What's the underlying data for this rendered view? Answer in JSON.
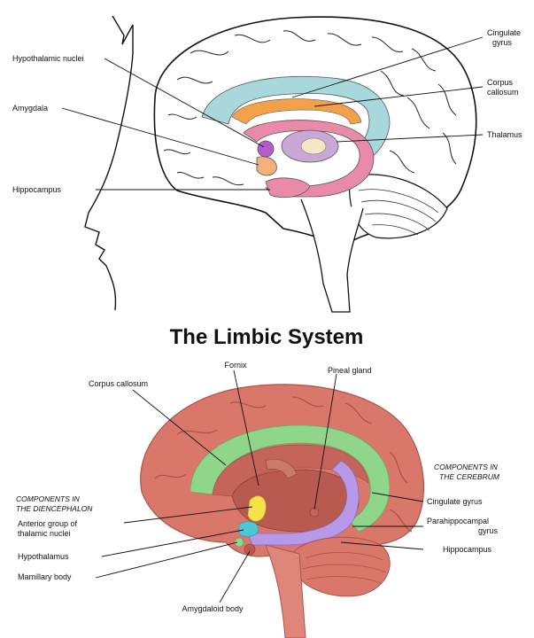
{
  "title": "The Limbic System",
  "top_diagram": {
    "labels": {
      "hypothalamic_nuclei": "Hypothalamic nuclei",
      "amygdala": "Amygdala",
      "hippocampus": "Hippocampus",
      "cingulate_gyrus_1": "Cingulate",
      "cingulate_gyrus_2": "gyrus",
      "corpus_callosum_1": "Corpus",
      "corpus_callosum_2": "callosum",
      "thalamus": "Thalamus"
    },
    "colors": {
      "cingulate": "#a8d8dc",
      "corpus": "#f2a04a",
      "fornix": "#e98aa8",
      "thalamus": "#c9a8d8",
      "hypothalamus": "#b45cc8",
      "amygdala": "#f4b07a"
    }
  },
  "bottom_diagram": {
    "labels": {
      "fornix": "Fornix",
      "pineal_gland": "Pineal gland",
      "corpus_callosum": "Corpus callosum",
      "cerebrum_header_1": "COMPONENTS IN",
      "cerebrum_header_2": "THE CEREBRUM",
      "dien_header_1": "COMPONENTS IN",
      "dien_header_2": "THE DIENCEPHALON",
      "cingulate_gyrus": "Cingulate gyrus",
      "parahippocampal_1": "Parahippocampal",
      "parahippocampal_2": "gyrus",
      "hippocampus": "Hippocampus",
      "anterior_thalamic_1": "Anterior group of",
      "anterior_thalamic_2": "thalamic nuclei",
      "hypothalamus": "Hypothalamus",
      "mamillary_body": "Mamillary body",
      "amygdaloid_body": "Amygdaloid body"
    },
    "colors": {
      "brain": "#d9776a",
      "brain_dark": "#b85a50",
      "cingulate": "#8fd68a",
      "hippocampus": "#b898e8",
      "thalamic": "#f5e14a",
      "hypothalamus": "#4ac8d8",
      "brainstem": "#e0857a"
    }
  }
}
